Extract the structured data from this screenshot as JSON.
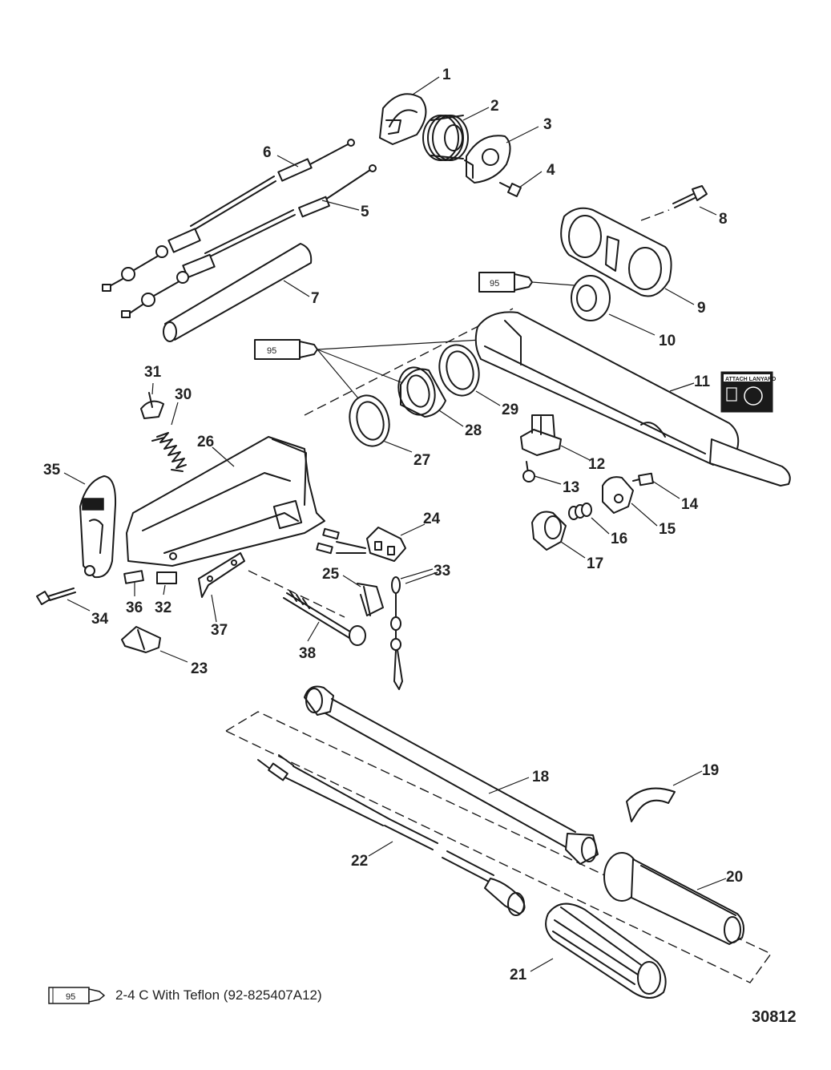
{
  "callouts": [
    "1",
    "2",
    "3",
    "4",
    "5",
    "6",
    "7",
    "8",
    "9",
    "10",
    "11",
    "12",
    "13",
    "14",
    "15",
    "16",
    "17",
    "18",
    "19",
    "20",
    "21",
    "22",
    "23",
    "24",
    "25",
    "26",
    "27",
    "28",
    "29",
    "30",
    "31",
    "32",
    "33",
    "34",
    "35",
    "36",
    "37",
    "38"
  ],
  "sealant_code": "95",
  "legend": {
    "code": "95",
    "text": "2-4 C With Teflon (92-825407A12)"
  },
  "figure_id": "30812",
  "decal_text": "ATTACH LANYARD"
}
